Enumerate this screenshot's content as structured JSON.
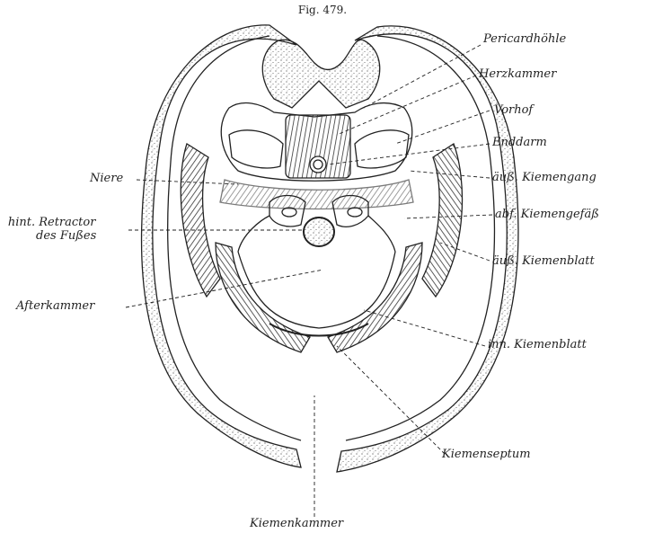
{
  "figure_title": "Fig. 479.",
  "labels": {
    "pericardhoehle": "Pericardhöhle",
    "herzkammer": "Herzkammer",
    "vorhof": "Vorhof",
    "enddarm": "Enddarm",
    "ausser_kiemengang": "äuß. Kiemengang",
    "niere": "Niere",
    "hint_retractor_1": "hint. Retractor",
    "hint_retractor_2": "des Fußes",
    "abf_kiemengefaess": "abf. Kiemengefäß",
    "ausser_kiemenblatt": "äuß. Kiemenblatt",
    "afterkammer": "Afterkammer",
    "inn_kiemenblatt": "inn. Kiemenblatt",
    "kiemenseptum": "Kiemenseptum",
    "kiemenkammer": "Kiemenkammer"
  },
  "colors": {
    "ink": "#222222",
    "background": "#ffffff"
  }
}
